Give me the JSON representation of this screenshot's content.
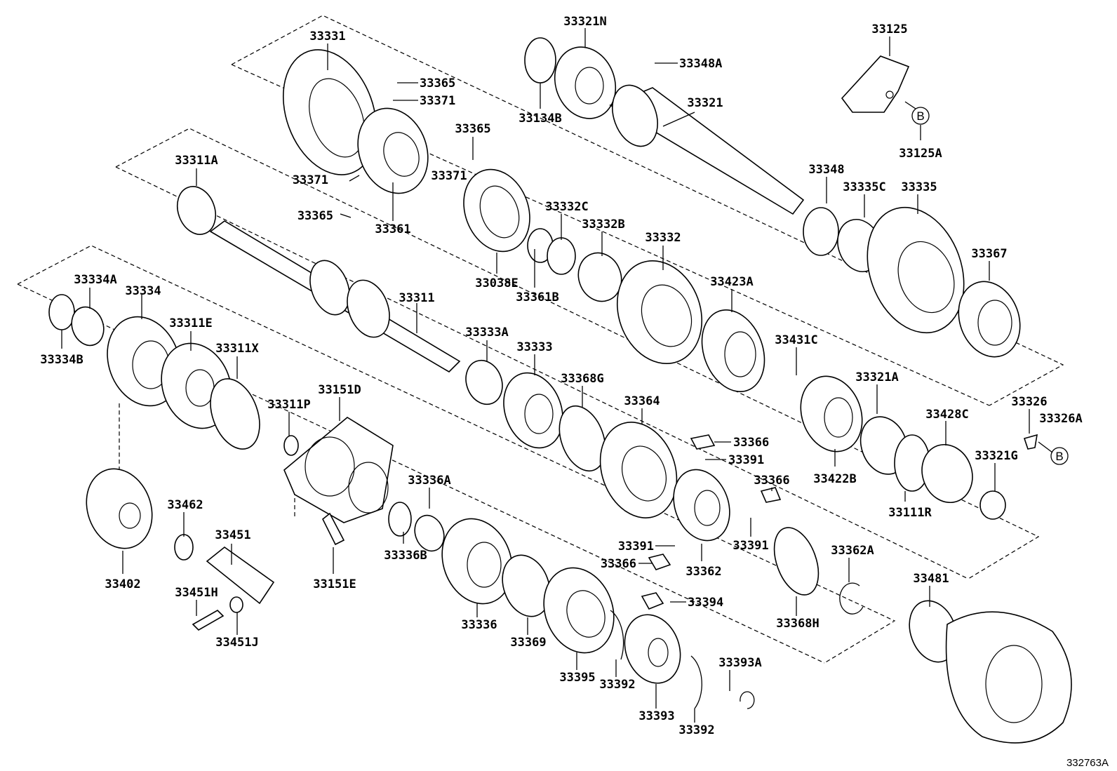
{
  "diagram_code": "332763A",
  "ref_mark": "B",
  "labels": {
    "p33331": "33331",
    "p33365a": "33365",
    "p33371a": "33371",
    "p33365b": "33365",
    "p33371b": "33371",
    "p33371c": "33371",
    "p33365c": "33365",
    "p33361": "33361",
    "p33321N": "33321N",
    "p33348A": "33348A",
    "p33134B": "33134B",
    "p33321": "33321",
    "p33125": "33125",
    "p33125A": "33125A",
    "p33311A": "33311A",
    "p33332C": "33332C",
    "p33332B": "33332B",
    "p33038E": "33038E",
    "p33361B": "33361B",
    "p33332": "33332",
    "p33348": "33348",
    "p33335C": "33335C",
    "p33335": "33335",
    "p33367": "33367",
    "p33334A": "33334A",
    "p33334": "33334",
    "p33311E": "33311E",
    "p33311X": "33311X",
    "p33311": "33311",
    "p33423A": "33423A",
    "p33334B": "33334B",
    "p33333A": "33333A",
    "p33333": "33333",
    "p33431C": "33431C",
    "p33151D": "33151D",
    "p33368G": "33368G",
    "p33321A": "33321A",
    "p33311P": "33311P",
    "p33364": "33364",
    "p33326": "33326",
    "p33428C": "33428C",
    "p33326A": "33326A",
    "p33366a": "33366",
    "p33391a": "33391",
    "p33321G": "33321G",
    "p33422B": "33422B",
    "p33366b": "33366",
    "p33336A": "33336A",
    "p33462": "33462",
    "p33111R": "33111R",
    "p33451": "33451",
    "p33336B": "33336B",
    "p33391b": "33391",
    "p33391c": "33391",
    "p33366c": "33366",
    "p33362": "33362",
    "p33362A": "33362A",
    "p33402": "33402",
    "p33151E": "33151E",
    "p33481": "33481",
    "p33451H": "33451H",
    "p33394": "33394",
    "p33368H": "33368H",
    "p33336": "33336",
    "p33451J": "33451J",
    "p33369": "33369",
    "p33393A": "33393A",
    "p33395": "33395",
    "p33392a": "33392",
    "p33393": "33393",
    "p33392b": "33392"
  }
}
